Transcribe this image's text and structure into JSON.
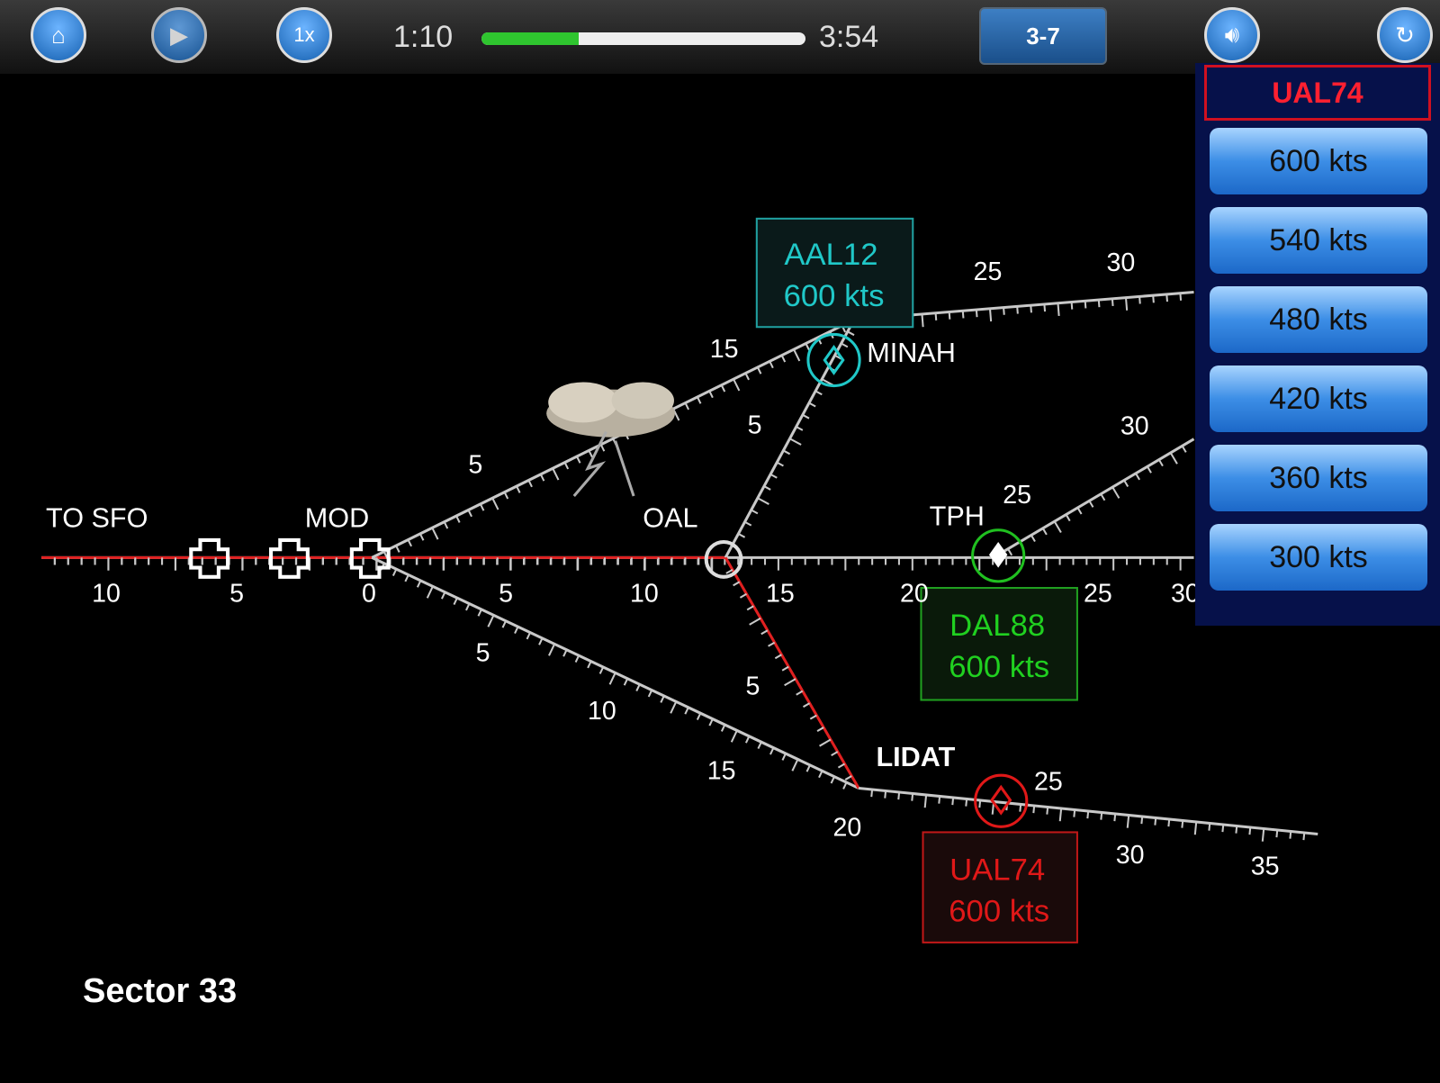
{
  "toolbar": {
    "home_icon": "home-icon",
    "play_icon": "play-icon",
    "speed_label": "1x",
    "elapsed": "1:10",
    "total": "3:54",
    "progress_fraction": 0.3,
    "level_label": "3-7",
    "sound_icon": "speaker-icon",
    "restart_icon": "restart-icon"
  },
  "speed_panel": {
    "flight": "UAL74",
    "options": [
      "600 kts",
      "540 kts",
      "480 kts",
      "420 kts",
      "360 kts",
      "300 kts"
    ]
  },
  "waypoints": {
    "to_sfo": "TO SFO",
    "mod": "MOD",
    "oal": "OAL",
    "minah": "MINAH",
    "tph": "TPH",
    "lidat": "LIDAT"
  },
  "ticks": {
    "main": [
      "10",
      "5",
      "0",
      "5",
      "10",
      "15",
      "20",
      "25",
      "30"
    ],
    "upper": [
      "5",
      "15",
      "25",
      "30"
    ],
    "minah_leg": [
      "5"
    ],
    "tph_leg": [
      "25",
      "30"
    ],
    "lower": [
      "5",
      "10",
      "15",
      "20"
    ],
    "lidat_leg": [
      "5"
    ],
    "east": [
      "25",
      "30",
      "35"
    ]
  },
  "aircraft": [
    {
      "callsign": "AAL12",
      "speed": "600 kts",
      "color": "#20c8c8"
    },
    {
      "callsign": "DAL88",
      "speed": "600 kts",
      "color": "#20c020"
    },
    {
      "callsign": "UAL74",
      "speed": "600 kts",
      "color": "#e01818"
    }
  ],
  "sector": "Sector 33",
  "colors": {
    "route": "#c8c8c8",
    "selected_route": "#e02020"
  }
}
